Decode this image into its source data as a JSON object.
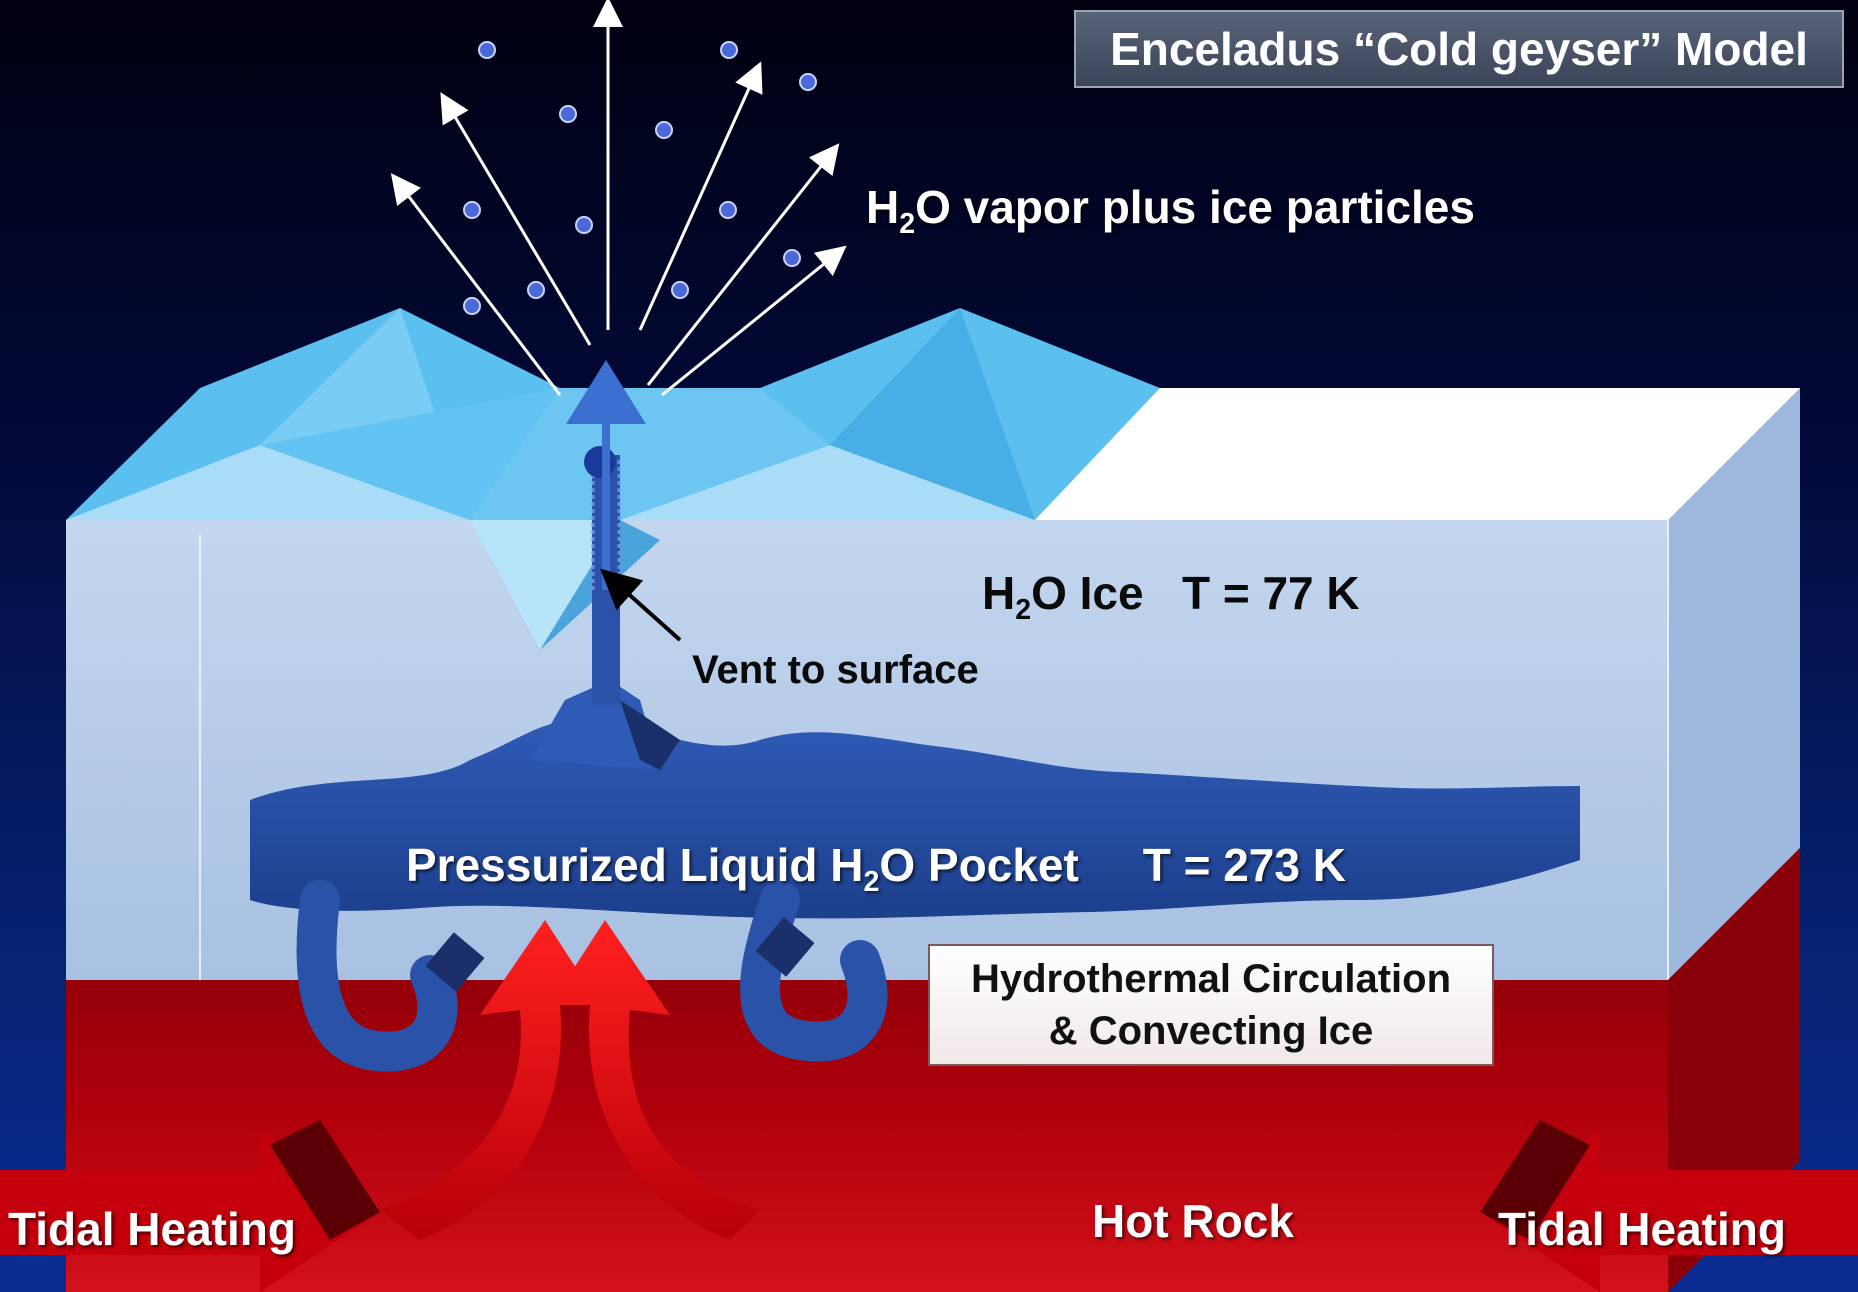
{
  "title": "Enceladus “Cold geyser” Model",
  "labels": {
    "vapor_pre": "H",
    "vapor_sub": "2",
    "vapor_post": "O vapor plus ice particles",
    "ice_pre": "H",
    "ice_sub": "2",
    "ice_post": "O Ice   T = 77 K",
    "vent": "Vent to surface",
    "pocket_pre": "Pressurized Liquid H",
    "pocket_sub": "2",
    "pocket_post": "O Pocket     T = 273 K",
    "hydro_line1": "Hydrothermal Circulation",
    "hydro_line2": "& Convecting Ice",
    "hot_rock": "Hot Rock",
    "tidal_left": "Tidal Heating",
    "tidal_right": "Tidal Heating"
  },
  "colors": {
    "background_top": "#000010",
    "background_bottom": "#0a2c92",
    "ice_surface": "#5bbff0",
    "ice_block": "#b7cfe8",
    "liquid_pocket": "#2a52a8",
    "hot_rock": "#a8000a",
    "heat_arrows": "#e01010"
  },
  "icons": [
    "particle-dot-icon",
    "vapor-arrow-icon",
    "convection-arrow-icon",
    "tidal-arrow-icon"
  ]
}
